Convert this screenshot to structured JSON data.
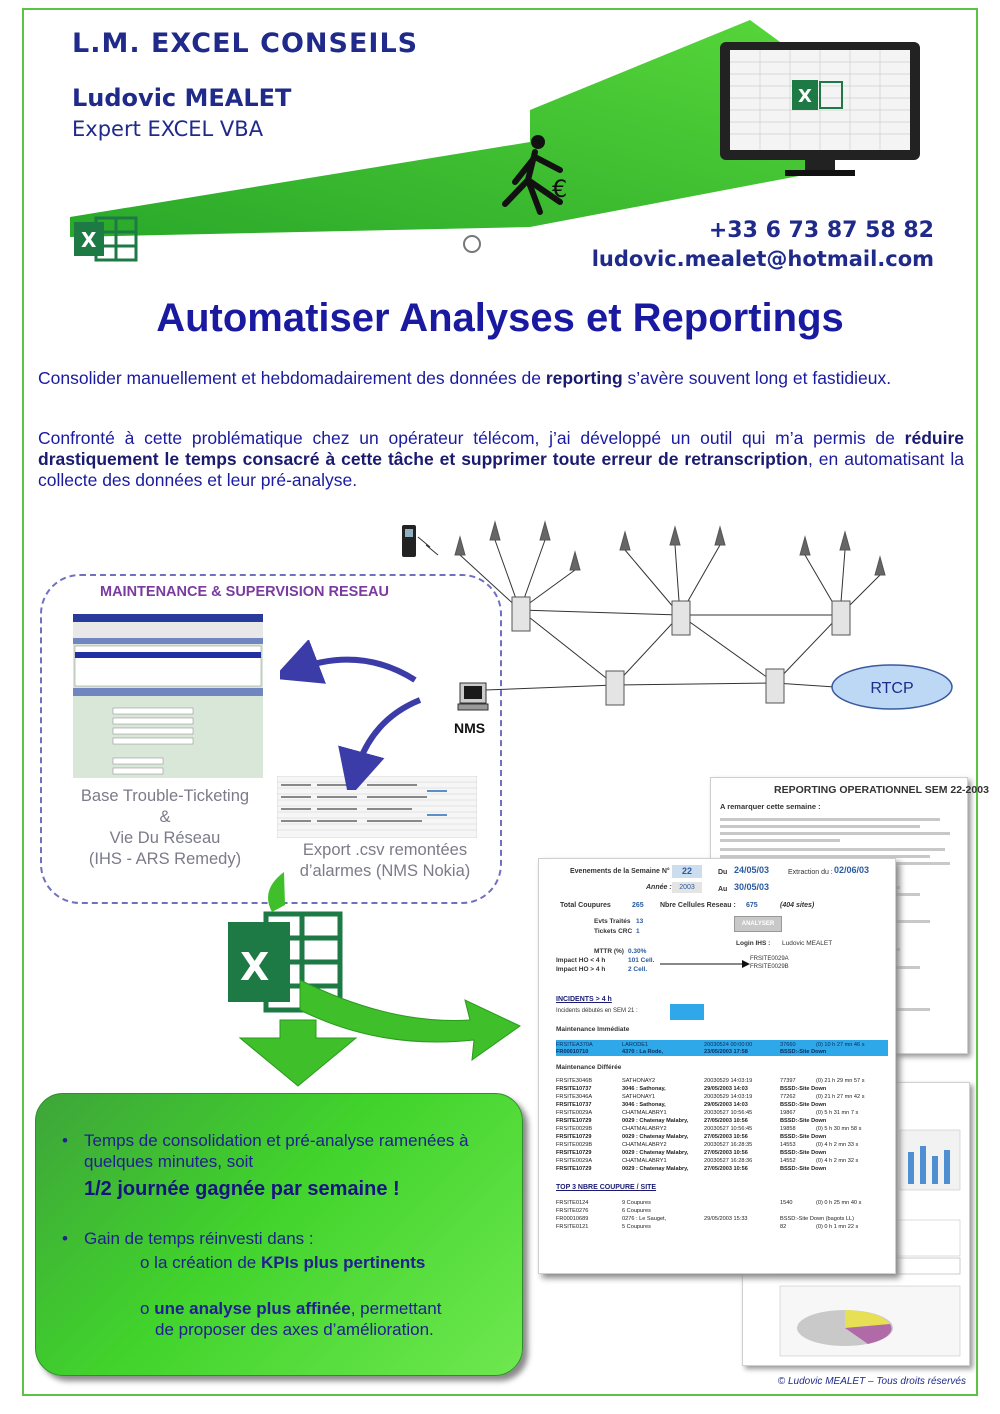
{
  "header": {
    "company": "L.M. EXCEL CONSEILS",
    "person": "Ludovic MEALET",
    "role": "Expert EXCEL VBA",
    "phone": "+33 6 73 87 58 82",
    "email": "ludovic.mealet@hotmail.com"
  },
  "title": "Automatiser Analyses et Reportings",
  "paragraphs": {
    "p1_a": "Consolider manuellement et hebdomadairement des données de ",
    "p1_b": "reporting",
    "p1_c": " s’avère souvent long et fastidieux.",
    "p2_a": "Confronté à cette problématique chez un opérateur télécom, j’ai développé un outil qui m’a permis de ",
    "p2_b": "réduire drastiquement le temps consacré à cette tâche et supprimer toute erreur de retranscription",
    "p2_c": ", en automatisant la collecte des données et leur pré-analyse."
  },
  "diagram": {
    "maint_title": "MAINTENANCE & SUPERVISION RESEAU",
    "caption1": [
      "Base Trouble-Ticketing",
      "&",
      "Vie Du Réseau",
      "(IHS - ARS Remedy)"
    ],
    "caption2": [
      "Export .csv remontées",
      "d’alarmes (NMS Nokia)"
    ],
    "nms": "NMS",
    "rtcp": "RTCP"
  },
  "report": {
    "back_title": "REPORTING OPERATIONNEL SEM 22-2003",
    "back_remark": "A remarquer cette semaine :",
    "week_label": "Evenements de la Semaine N°",
    "week_value": "22",
    "year_label": "Année :",
    "year_value": "2003",
    "du_label": "Du",
    "du_value": "24/05/03",
    "au_label": "Au",
    "au_value": "30/05/03",
    "extraction_label": "Extraction du :",
    "extraction_value": "02/06/03",
    "total_label": "Total Coupures",
    "total_value": "265",
    "cells_label": "Nbre Cellules Reseau :",
    "cells_value": "675",
    "sites_value": "(404 sites)",
    "evts_label": "Evts Traités",
    "evts_value": "13",
    "tickets_label": "Tickets CRC",
    "tickets_value": "1",
    "analyser": "ANALYSER",
    "login_label": "Login IHS :",
    "login_value": "Ludovic MEALET",
    "mttr_label": "MTTR (%)",
    "mttr_value": "0.30%",
    "impact1_label": "Impact HO < 4 h",
    "impact1_value": "101 Cell.",
    "impact2_label": "Impact HO > 4 h",
    "impact2_value": "2 Cell.",
    "site_a": "FRSITE0029A",
    "site_b": "FRSITE0029B",
    "incidents_title": "INCIDENTS > 4 h",
    "incidents_sub": "Incidents débutés en SEM 21 :",
    "maint_imm": "Maintenance Immédiate",
    "imm_rows": [
      [
        "FRSITEA370A",
        "LARODE1",
        "20030524 00:00:00",
        "37660",
        "(0) 10 h 27 mn 46 s"
      ],
      [
        "FR00010710",
        "4370 : La Rode,",
        "23/05/2003 17:58",
        "BSSD:-Site Down",
        ""
      ]
    ],
    "maint_diff": "Maintenance Différée",
    "diff_rows": [
      [
        "FRSITE3046B",
        "SATHONAY2",
        "20030529 14:03:19",
        "77397",
        "(0) 21 h 29 mn 57 s"
      ],
      [
        "FRSITE10737",
        "3046 : Sathonay,",
        "29/05/2003 14:03",
        "BSSD:-Site Down",
        ""
      ],
      [
        "FRSITE3046A",
        "SATHONAY1",
        "20030529 14:03:19",
        "77262",
        "(0) 21 h 27 mn 42 s"
      ],
      [
        "FRSITE10737",
        "3046 : Sathonay,",
        "29/05/2003 14:03",
        "BSSD:-Site Down",
        ""
      ],
      [
        "FRSITE0029A",
        "CHATMALABRY1",
        "20030527 10:56:45",
        "19867",
        "(0) 5 h 31 mn 7 s"
      ],
      [
        "FRSITE10729",
        "0029 : Chatenay Malabry,",
        "27/05/2003 10:56",
        "BSSD:-Site Down",
        ""
      ],
      [
        "FRSITE0029B",
        "CHATMALABRY2",
        "20030527 10:56:45",
        "19858",
        "(0) 5 h 30 mn 58 s"
      ],
      [
        "FRSITE10729",
        "0029 : Chatenay Malabry,",
        "27/05/2003 10:56",
        "BSSD:-Site Down",
        ""
      ],
      [
        "FRSITE0029B",
        "CHATMALABRY2",
        "20030527 16:28:35",
        "14553",
        "(0) 4 h 2 mn 33 s"
      ],
      [
        "FRSITE10729",
        "0029 : Chatenay Malabry,",
        "27/05/2003 10:56",
        "BSSD:-Site Down",
        ""
      ],
      [
        "FRSITE0029A",
        "CHATMALABRY1",
        "20030527 16:28:36",
        "14552",
        "(0) 4 h 2 mn 32 s"
      ],
      [
        "FRSITE10729",
        "0029 : Chatenay Malabry,",
        "27/05/2003 10:56",
        "BSSD:-Site Down",
        ""
      ]
    ],
    "top3_title": "TOP 3 NBRE COUPURE / SITE",
    "top3_rows": [
      [
        "FRSITE0124",
        "9 Coupures",
        "",
        "1540",
        "(0) 0 h 25 mn 40 s"
      ],
      [
        "FRSITE0276",
        "6 Coupures",
        "",
        "",
        ""
      ],
      [
        "FR00010689",
        "0276 : Le Sauget,",
        "29/05/2003 15:33",
        "BSSD:-Site Down (bagots LL)",
        ""
      ],
      [
        "FRSITE0121",
        "5 Coupures",
        "",
        "82",
        "(0) 0 h 1 mn 22 s"
      ]
    ]
  },
  "results": {
    "b1": "Temps de consolidation et pré-analyse ramenées à quelques minutes, soit",
    "b1_big": "1/2 journée gagnée par semaine !",
    "b2": "Gain de temps réinvesti dans :",
    "s1_a": "o la création de ",
    "s1_b": "KPIs plus pertinents",
    "s2_a": "o ",
    "s2_b": "une analyse plus affinée",
    "s2_c": ", permettant",
    "s2_d": "de proposer des axes d’amélioration."
  },
  "copyright": "© Ludovic MEALET – Tous droits réservés",
  "colors": {
    "frame": "#5cc443",
    "navy": "#1f2a8a",
    "excel_green": "#1e7a44",
    "arrow_green": "#3fbf2a"
  }
}
